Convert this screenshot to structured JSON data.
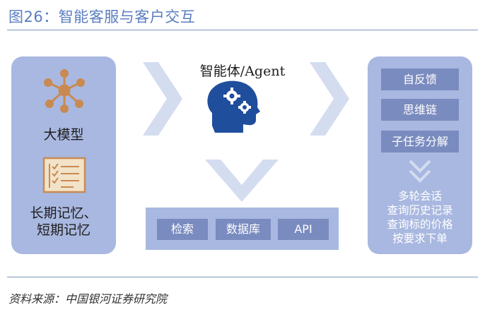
{
  "figure_title": "图26：智能客服与客户交互",
  "source": "资料来源：中国银河证券研究院",
  "left": {
    "model_label": "大模型",
    "memory_line1": "长期记忆、",
    "memory_line2": "短期记忆",
    "icons": [
      "network-icon",
      "checklist-icon"
    ]
  },
  "agent": {
    "label": "智能体/Agent",
    "icon": "head-gears-icon"
  },
  "tools": [
    "检索",
    "数据库",
    "API"
  ],
  "right": {
    "buttons": [
      "自反馈",
      "思维链",
      "子任务分解"
    ],
    "down_icon": "double-chevron-down-icon",
    "tasks": [
      "多轮会话",
      "查询历史记录",
      "查询标的价格",
      "按要求下单"
    ]
  },
  "colors": {
    "panel": "#a9b8e0",
    "button": "#7a8bbf",
    "title": "#5a7ec0",
    "icon_orange": "#c98a52",
    "head_blue": "#1f4e9c"
  }
}
